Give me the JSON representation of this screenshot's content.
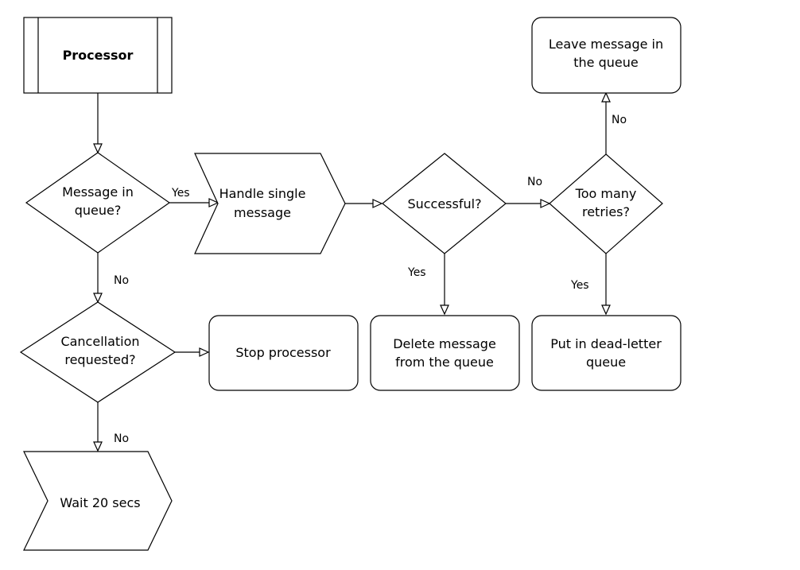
{
  "nodes": {
    "processor": {
      "lines": [
        "Processor"
      ]
    },
    "message_in_queue": {
      "lines": [
        "Message in",
        "queue?"
      ]
    },
    "handle_single_message": {
      "lines": [
        "Handle single",
        "message"
      ]
    },
    "successful": {
      "lines": [
        "Successful?"
      ]
    },
    "too_many_retries": {
      "lines": [
        "Too many",
        "retries?"
      ]
    },
    "leave_message": {
      "lines": [
        "Leave message in",
        "the queue"
      ]
    },
    "delete_message": {
      "lines": [
        "Delete message",
        "from the queue"
      ]
    },
    "dead_letter": {
      "lines": [
        "Put in dead-letter",
        "queue"
      ]
    },
    "cancellation_requested": {
      "lines": [
        "Cancellation",
        "requested?"
      ]
    },
    "stop_processor": {
      "lines": [
        "Stop processor"
      ]
    },
    "wait": {
      "lines": [
        "Wait 20 secs"
      ]
    }
  },
  "edge_labels": {
    "queue_yes": "Yes",
    "queue_no": "No",
    "successful_no": "No",
    "successful_yes": "Yes",
    "retries_no": "No",
    "retries_yes": "Yes",
    "cancel_no": "No"
  },
  "colors": {
    "stroke": "#000000",
    "fill": "#ffffff",
    "text": "#000000"
  }
}
